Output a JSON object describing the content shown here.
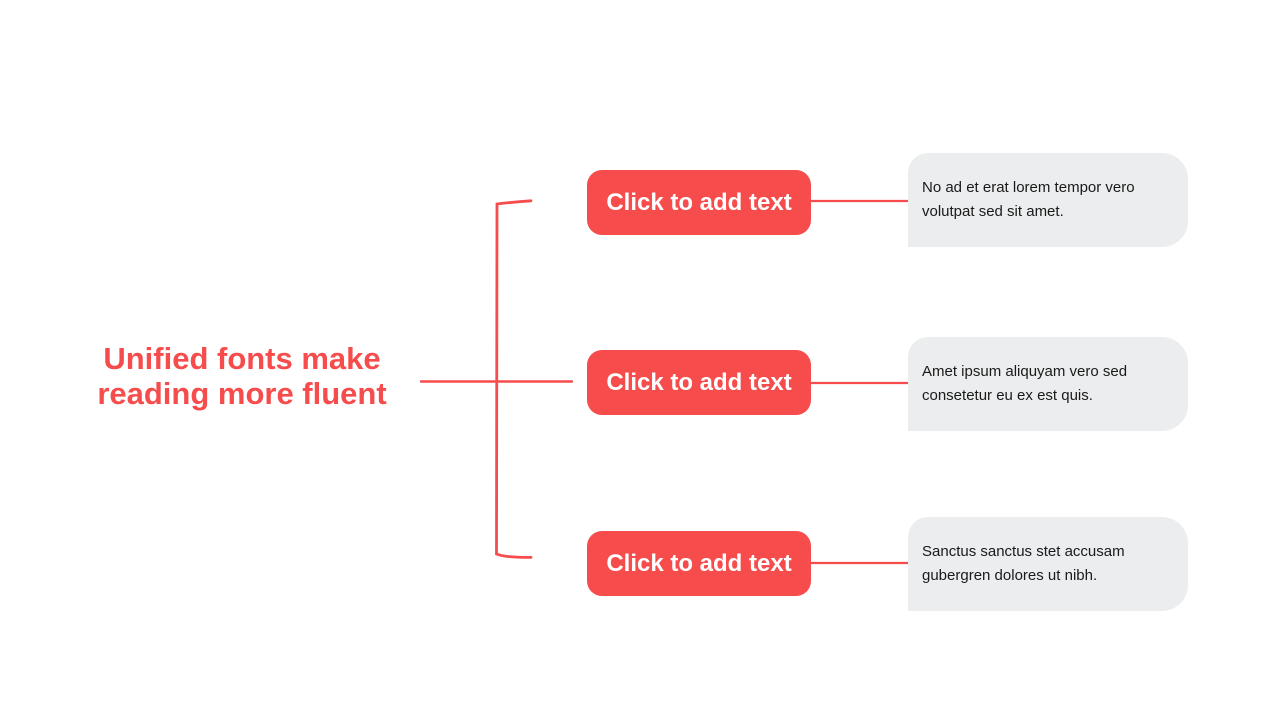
{
  "title": {
    "text": "Unified fonts make reading more fluent",
    "lines": [
      "Unified fonts make",
      "reading more fluent"
    ]
  },
  "colors": {
    "accent": "#F74C4C",
    "note_background": "#ECEDEE",
    "note_text": "#1A1A1A",
    "button_text": "#FFFFFF"
  },
  "rows": [
    {
      "button_label": "Click to add text",
      "note": "No ad et erat lorem tempor vero volutpat sed sit amet."
    },
    {
      "button_label": "Click to add text",
      "note": "Amet ipsum aliquyam vero sed consetetur eu ex est quis."
    },
    {
      "button_label": "Click to add text",
      "note": "Sanctus sanctus stet accusam gubergren dolores ut nibh."
    }
  ]
}
